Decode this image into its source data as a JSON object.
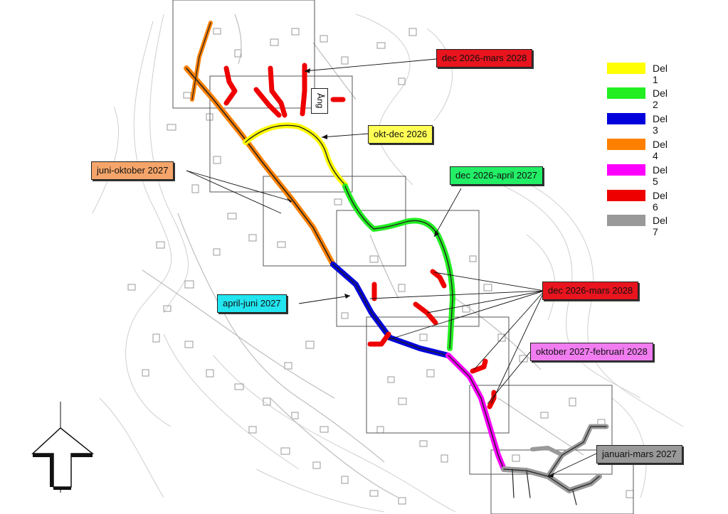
{
  "legend": {
    "items": [
      {
        "label": "Del 1",
        "color": "#ffff00"
      },
      {
        "label": "Del 2",
        "color": "#22ee22"
      },
      {
        "label": "Del 3",
        "color": "#0000dd"
      },
      {
        "label": "Del 4",
        "color": "#ff8000"
      },
      {
        "label": "Del 5",
        "color": "#ff00ff"
      },
      {
        "label": "Del 6",
        "color": "#ee0000"
      },
      {
        "label": "Del 7",
        "color": "#999999"
      }
    ]
  },
  "callouts": {
    "del6_top": {
      "text": "dec 2026-mars 2028",
      "color": "#e8141e"
    },
    "del1": {
      "text": "okt-dec 2026",
      "color": "#ffff55"
    },
    "del4": {
      "text": "juni-oktober 2027",
      "color": "#f5a56a"
    },
    "del2": {
      "text": "dec 2026-april 2027",
      "color": "#22ee66"
    },
    "del6_mid": {
      "text": "dec 2026-mars 2028",
      "color": "#e8141e"
    },
    "del3": {
      "text": "april-juni 2027",
      "color": "#22e5ef"
    },
    "del5": {
      "text": "oktober 2027-februari 2028",
      "color": "#f07cf0"
    },
    "del7": {
      "text": "januari-mars 2027",
      "color": "#999999"
    }
  },
  "map": {
    "street_label": "Ång"
  }
}
